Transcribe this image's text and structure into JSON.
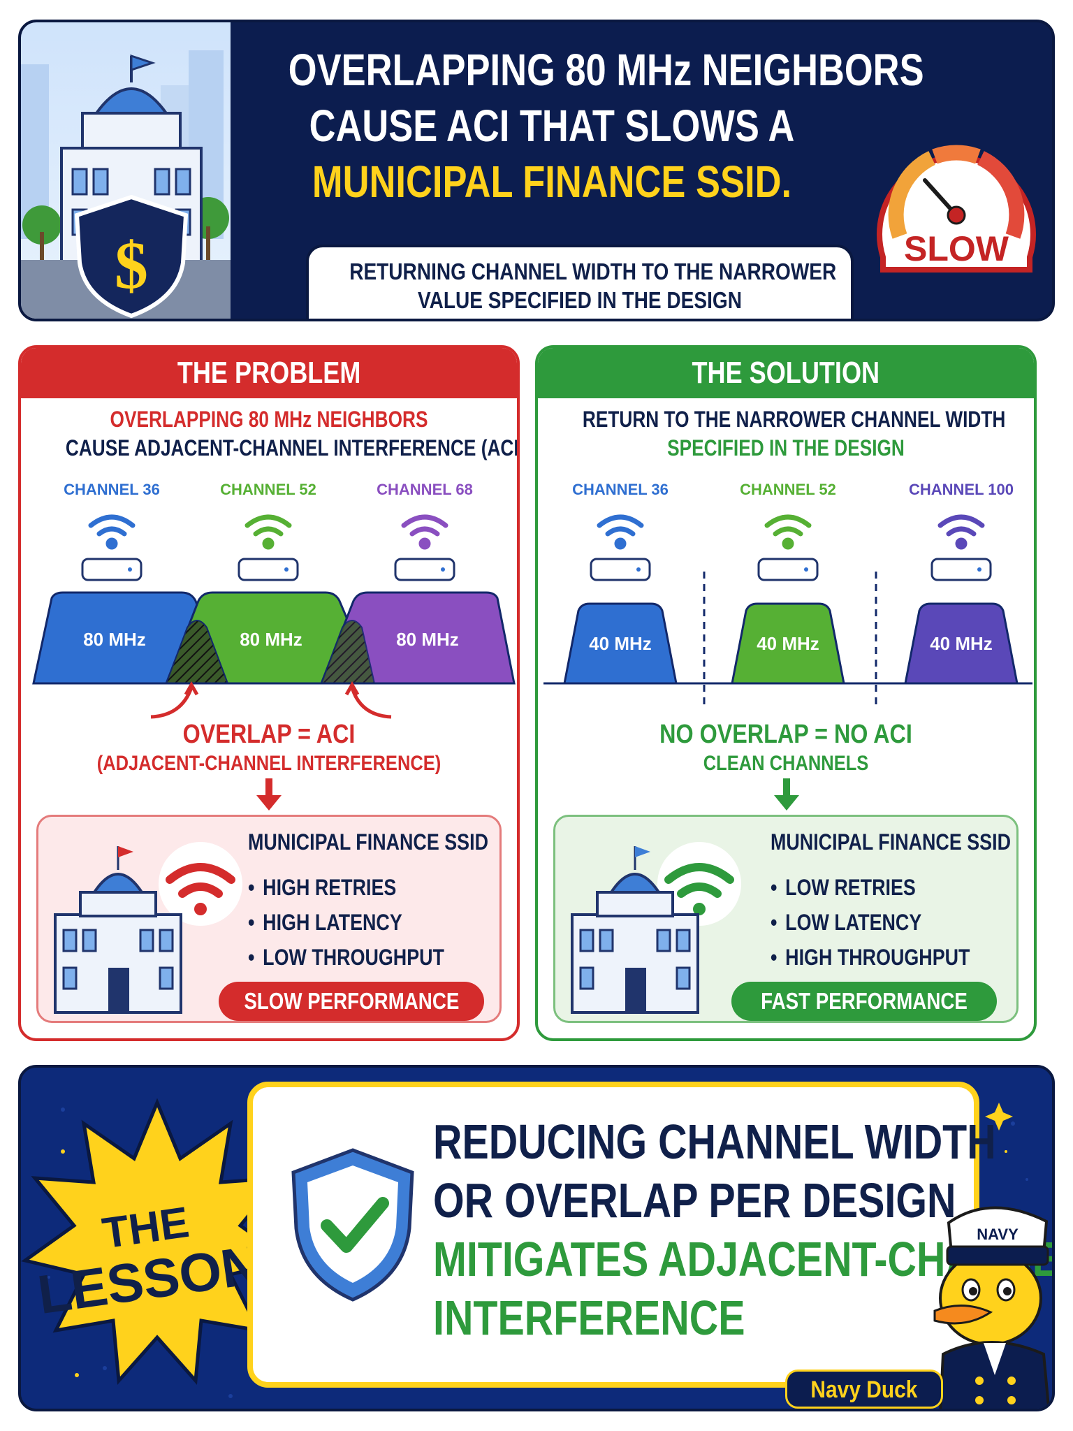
{
  "header": {
    "title_lines": [
      "OVERLAPPING 80 MHz NEIGHBORS",
      "CAUSE ACI THAT SLOWS A",
      "MUNICIPAL FINANCE SSID."
    ],
    "subtitle_lines": [
      "RETURNING CHANNEL WIDTH TO THE NARROWER",
      "VALUE SPECIFIED IN THE DESIGN",
      "RESTORES PERFORMANCE."
    ],
    "gauge_label": "SLOW"
  },
  "problem": {
    "heading": "THE PROBLEM",
    "desc_lines": [
      "OVERLAPPING 80 MHz NEIGHBORS",
      "CAUSE ADJACENT-CHANNEL INTERFERENCE (ACI)"
    ],
    "channels": [
      {
        "name": "CHANNEL 36",
        "width": "80 MHz",
        "color": "#2f6fd1"
      },
      {
        "name": "CHANNEL 52",
        "width": "80 MHz",
        "color": "#56b034"
      },
      {
        "name": "CHANNEL 68",
        "width": "80 MHz",
        "color": "#8a4fc0"
      }
    ],
    "result_title": "OVERLAP = ACI",
    "result_sub": "(ADJACENT-CHANNEL INTERFERENCE)",
    "ssid_title": "MUNICIPAL FINANCE SSID",
    "bullets": [
      "HIGH RETRIES",
      "HIGH LATENCY",
      "LOW THROUGHPUT"
    ],
    "badge": "SLOW PERFORMANCE"
  },
  "solution": {
    "heading": "THE SOLUTION",
    "desc_lines": [
      "RETURN TO THE NARROWER CHANNEL WIDTH",
      "SPECIFIED IN THE DESIGN"
    ],
    "channels": [
      {
        "name": "CHANNEL 36",
        "width": "40 MHz",
        "color": "#2f6fd1"
      },
      {
        "name": "CHANNEL 52",
        "width": "40 MHz",
        "color": "#56b034"
      },
      {
        "name": "CHANNEL 100",
        "width": "40 MHz",
        "color": "#5a48b8"
      }
    ],
    "result_title": "NO OVERLAP = NO ACI",
    "result_sub": "CLEAN CHANNELS",
    "ssid_title": "MUNICIPAL FINANCE SSID",
    "bullets": [
      "LOW RETRIES",
      "LOW LATENCY",
      "HIGH THROUGHPUT"
    ],
    "badge": "FAST PERFORMANCE"
  },
  "lesson": {
    "burst_lines": [
      "THE",
      "LESSON"
    ],
    "text_lines": [
      "REDUCING CHANNEL WIDTH",
      "OR OVERLAP PER DESIGN",
      "MITIGATES ADJACENT-CHANNEL",
      "INTERFERENCE"
    ],
    "mascot_cap": "NAVY",
    "mascot_name": "Navy Duck"
  },
  "icons": {
    "header_art": "city-hall-with-dollar-shield-icon",
    "gauge": "speedometer-slow-icon",
    "wifi": "wifi-icon",
    "router": "access-point-icon",
    "shield": "shield-check-icon",
    "mascot": "navy-duck-mascot"
  },
  "colors": {
    "navy": "#0c1d4f",
    "red": "#d42c2c",
    "green": "#2e9a3c",
    "yellow": "#ffd21c"
  }
}
